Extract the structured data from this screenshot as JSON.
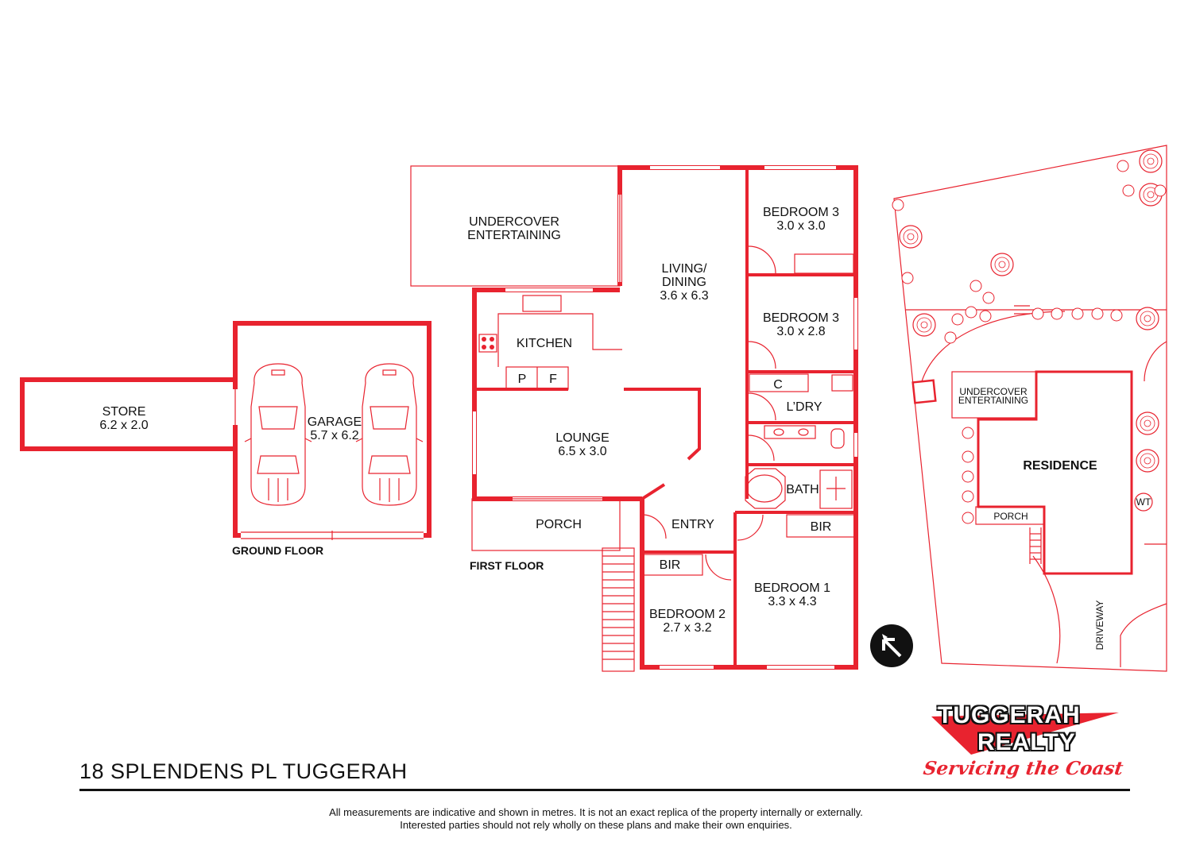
{
  "colors": {
    "wall": "#e8232f",
    "text": "#111111",
    "background": "#ffffff"
  },
  "plan": {
    "address": "18 SPLENDENS PL TUGGERAH",
    "disclaimer_line1": "All measurements are indicative and shown in metres. It is not an exact replica of the property internally or externally.",
    "disclaimer_line2": "Interested parties should not rely wholly on these plans and make their own enquiries.",
    "ground_floor_label": "GROUND FLOOR",
    "first_floor_label": "FIRST FLOOR",
    "north_icon": "north-arrow-icon"
  },
  "ground_floor": {
    "store": {
      "name": "STORE",
      "size": "6.2 x 2.0"
    },
    "garage": {
      "name": "GARAGE",
      "size": "5.7 x 6.2"
    }
  },
  "first_floor": {
    "undercover": {
      "line1": "UNDERCOVER",
      "line2": "ENTERTAINING"
    },
    "living": {
      "line1": "LIVING/",
      "line2": "DINING",
      "size": "3.6 x 6.3"
    },
    "kitchen": {
      "name": "KITCHEN",
      "pantry": "P",
      "fridge": "F"
    },
    "lounge": {
      "name": "LOUNGE",
      "size": "6.5 x 3.0"
    },
    "porch": {
      "name": "PORCH"
    },
    "entry": {
      "name": "ENTRY"
    },
    "bedroom3a": {
      "name": "BEDROOM 3",
      "size": "3.0 x 3.0"
    },
    "bedroom3b": {
      "name": "BEDROOM 3",
      "size": "3.0 x 2.8"
    },
    "linen": {
      "name": "C"
    },
    "laundry": {
      "name": "L’DRY"
    },
    "bath": {
      "name": "BATH"
    },
    "bir1": {
      "name": "BIR"
    },
    "bir2": {
      "name": "BIR"
    },
    "bedroom1": {
      "name": "BEDROOM 1",
      "size": "3.3 x 4.3"
    },
    "bedroom2": {
      "name": "BEDROOM 2",
      "size": "2.7 x 3.2"
    }
  },
  "site_plan": {
    "undercover_line1": "UNDERCOVER",
    "undercover_line2": "ENTERTAINING",
    "residence": "RESIDENCE",
    "porch": "PORCH",
    "wt": "WT",
    "driveway": "DRIVEWAY"
  },
  "branding": {
    "line1": "TUGGERAH",
    "line2": "REALTY",
    "tagline": "Servicing the Coast"
  }
}
